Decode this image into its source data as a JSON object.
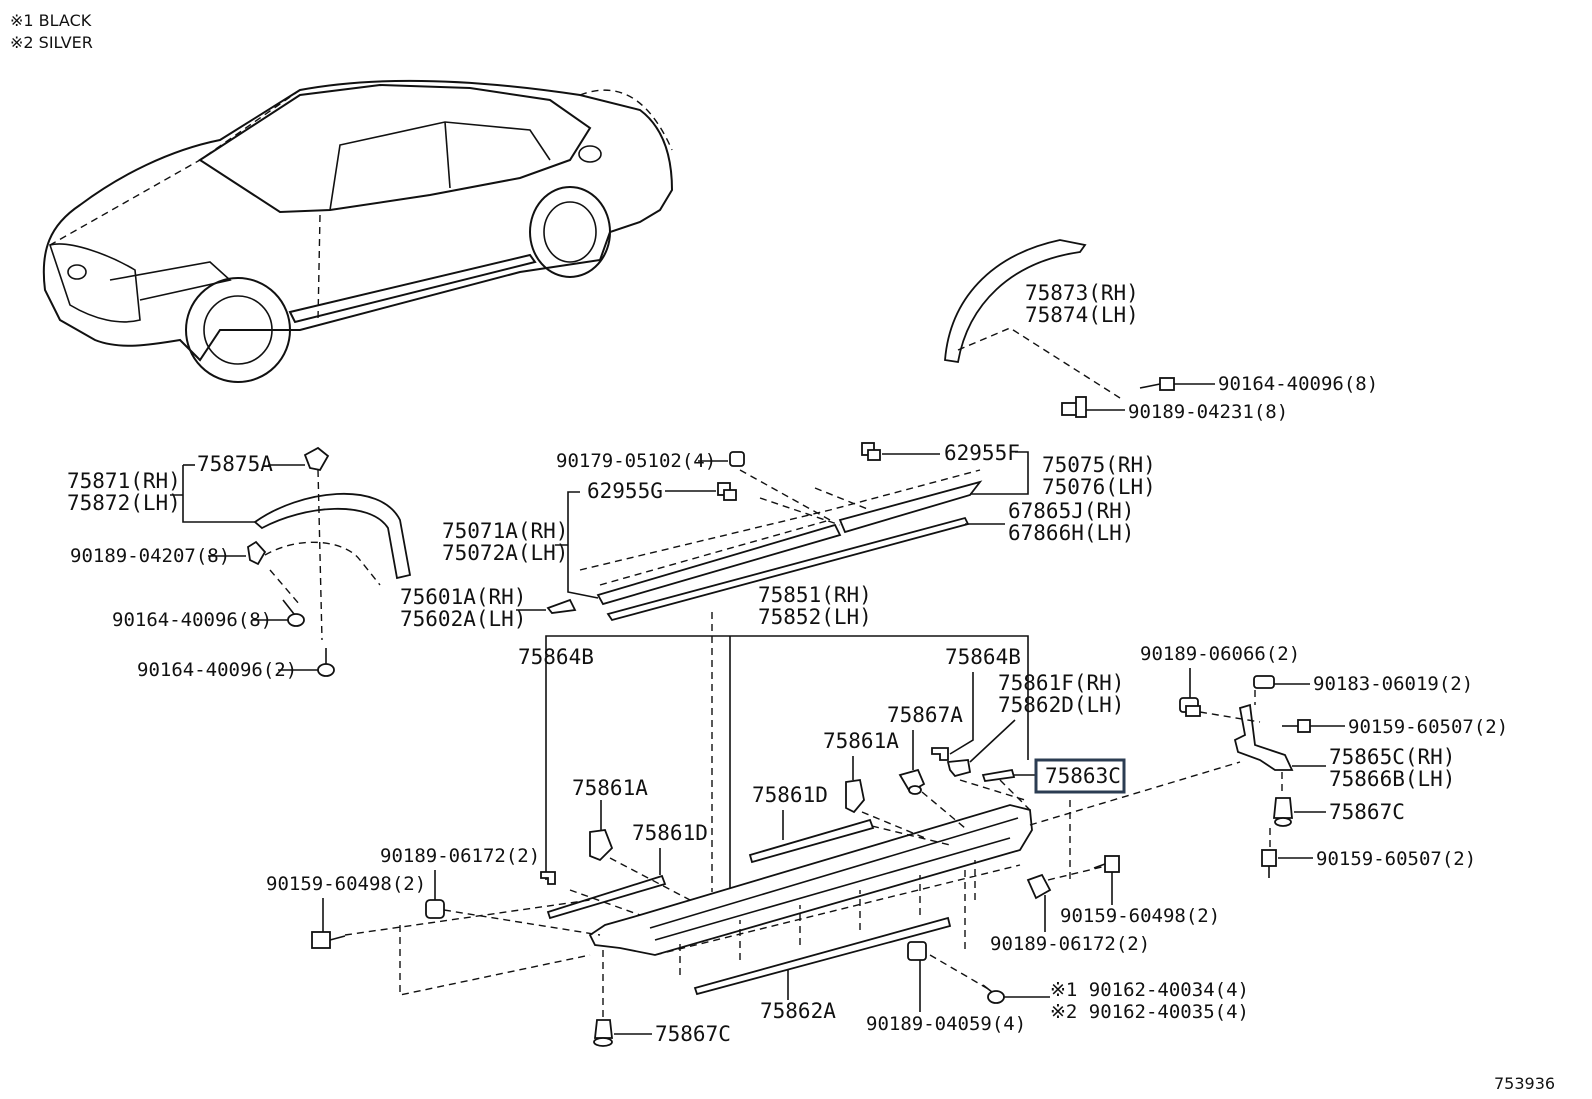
{
  "notes": {
    "note1": "※1 BLACK",
    "note2": "※2 SILVER"
  },
  "diagram_id": "753936",
  "labels": {
    "p75873": "75873(RH)",
    "p75874": "75874(LH)",
    "p90164_40096_8_top": "90164-40096(8)",
    "p90189_04231": "90189-04231(8)",
    "p90179_05102": "90179-05102(4)",
    "p62955F": "62955F",
    "p75075": "75075(RH)",
    "p75076": "75076(LH)",
    "p62955G": "62955G",
    "p67865J": "67865J(RH)",
    "p67866H": "67866H(LH)",
    "p75071A": "75071A(RH)",
    "p75072A": "75072A(LH)",
    "p75601A": "75601A(RH)",
    "p75602A": "75602A(LH)",
    "p75851": "75851(RH)",
    "p75852": "75852(LH)",
    "p75871": "75871(RH)",
    "p75872": "75872(LH)",
    "p75875A": "75875A",
    "p90189_04207": "90189-04207(8)",
    "p90164_40096_8": "90164-40096(8)",
    "p90164_40096_2": "90164-40096(2)",
    "p75864B_left": "75864B",
    "p75864B_right": "75864B",
    "p75861F": "75861F(RH)",
    "p75862D": "75862D(LH)",
    "p75867A": "75867A",
    "p75861A_mid": "75861A",
    "p75861D_mid": "75861D",
    "p75863C": "75863C",
    "p75861A_left": "75861A",
    "p75861D_left": "75861D",
    "p90189_06066": "90189-06066(2)",
    "p90183_06019": "90183-06019(2)",
    "p90159_60507_a": "90159-60507(2)",
    "p75865C": "75865C(RH)",
    "p75866B": "75866B(LH)",
    "p75867C_right": "75867C",
    "p90159_60507_b": "90159-60507(2)",
    "p90189_06172_left": "90189-06172(2)",
    "p90159_60498_left": "90159-60498(2)",
    "p90159_60498_right": "90159-60498(2)",
    "p90189_06172_right": "90189-06172(2)",
    "p90162_40034": "※1 90162-40034(4)",
    "p90162_40035": "※2 90162-40035(4)",
    "p90189_04059": "90189-04059(4)",
    "p75862A": "75862A",
    "p75867C_bottom": "75867C"
  },
  "highlight": {
    "part": "75863C",
    "color": "#2b3c52"
  }
}
